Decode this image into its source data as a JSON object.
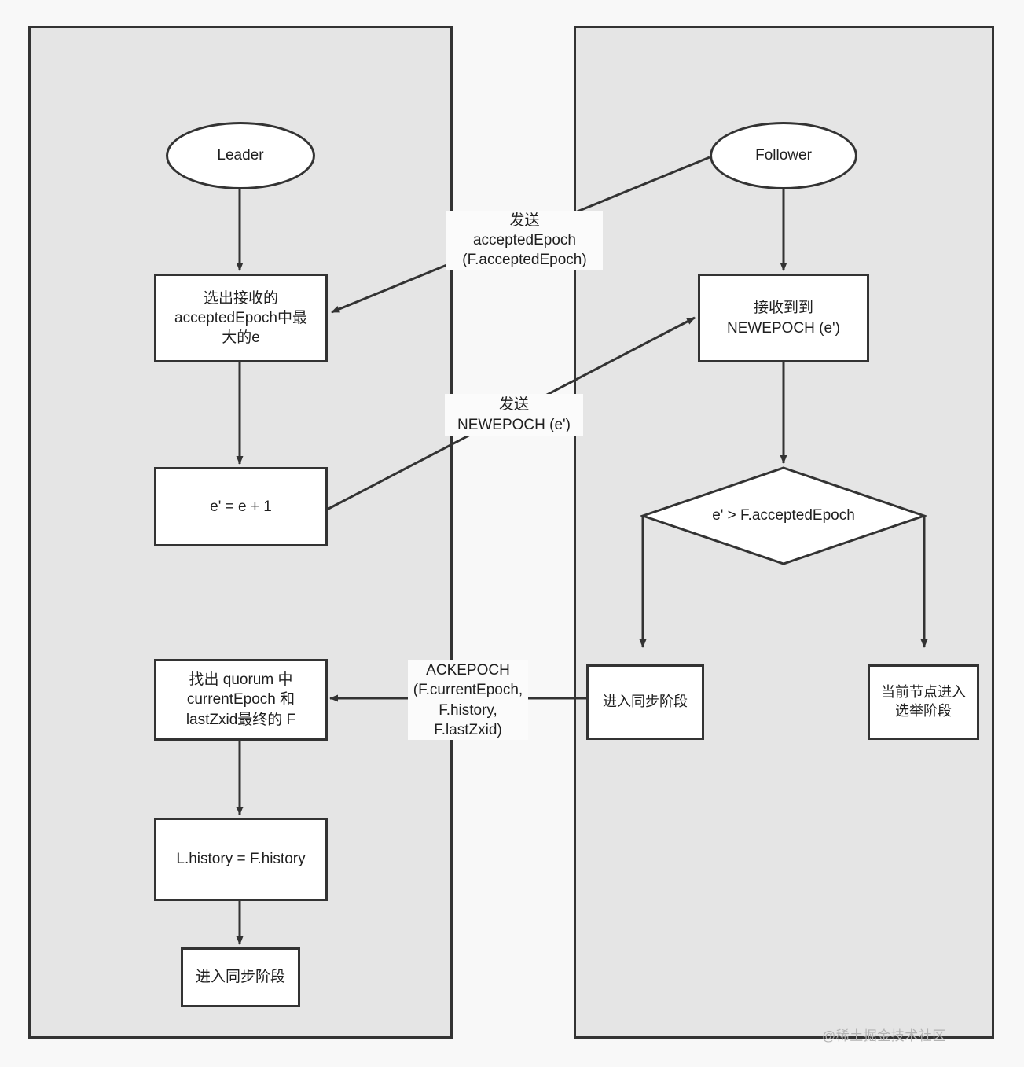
{
  "diagram": {
    "title": "ZAB Discovery Phase Leader/Follower Flowchart",
    "watermark": "@稀土掘金技术社区",
    "colors": {
      "page_background": "#f8f8f8",
      "lane_fill": "#e5e5e5",
      "stroke": "#333333",
      "node_fill": "#ffffff",
      "label_fill": "#fbfbfb",
      "text": "#1f1f1f",
      "watermark": "#b3b3b3"
    }
  },
  "lanes": [
    {
      "id": "leader-lane",
      "name": "leader-lane"
    },
    {
      "id": "follower-lane",
      "name": "follower-lane"
    }
  ],
  "leader": {
    "start": "Leader",
    "select_epoch": "选出接收的\nacceptedEpoch中最\n大的e",
    "increment_epoch": "e' = e + 1",
    "find_quorum": "找出 quorum 中\ncurrentEpoch 和\nlastZxid最终的 F",
    "copy_history": "L.history = F.history",
    "enter_sync": "进入同步阶段"
  },
  "follower": {
    "start": "Follower",
    "receive_newepoch": "接收到到\nNEWEPOCH (e')",
    "decision": "e' > F.acceptedEpoch",
    "enter_sync": "进入同步阶段",
    "enter_election": "当前节点进入\n选举阶段"
  },
  "messages": {
    "accepted_epoch": "发送\nacceptedEpoch\n(F.acceptedEpoch)",
    "newepoch": "发送\nNEWEPOCH (e')",
    "ackepoch": "ACKEPOCH\n(F.currentEpoch,\nF.history,\nF.lastZxid)"
  }
}
